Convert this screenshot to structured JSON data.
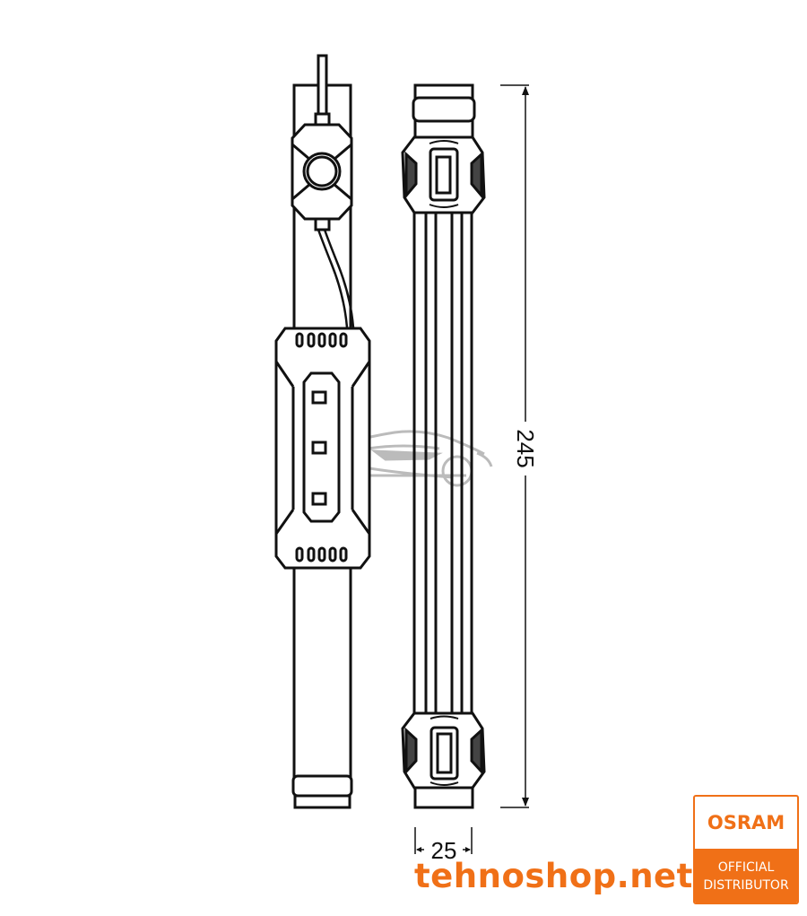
{
  "diagram": {
    "type": "technical-drawing",
    "subject": "LED light bar with inline switch and control module (front and side views)",
    "line_color": "#111111",
    "dimensions": {
      "length": "245",
      "width": "25"
    }
  },
  "watermark": {
    "icon": "car-silhouette-icon",
    "color": "#aaaaaa"
  },
  "branding": {
    "shop_name": "tehnoshop.net",
    "shop_color": "#f07017",
    "badge": {
      "brand": "OSRAM",
      "line1": "OFFICIAL",
      "line2": "DISTRIBUTOR",
      "color": "#f07017"
    }
  }
}
